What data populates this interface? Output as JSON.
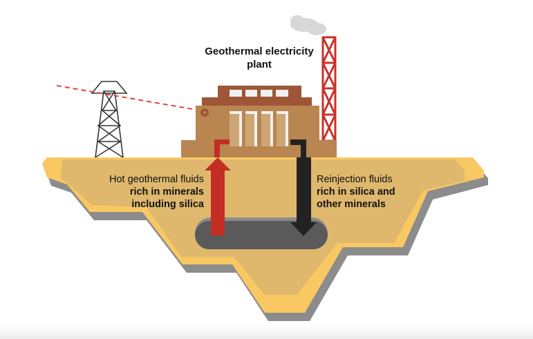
{
  "title": {
    "line1": "Geothermal electricity",
    "line2": "plant"
  },
  "left_label": {
    "line1": "Hot geothermal fluids",
    "line2": "rich in minerals",
    "line3": "including silica"
  },
  "right_label": {
    "line1": "Reinjection fluids",
    "line2": "rich in silica and",
    "line3": "other minerals"
  },
  "colors": {
    "ground_outer": "#f9c862",
    "ground_inner": "#dfb86e",
    "hot_fluid": "#c22d24",
    "reinjection_fluid": "#222222",
    "building": "#b98550",
    "roof": "#9e5637",
    "reservoir": "#5a5a5a"
  }
}
